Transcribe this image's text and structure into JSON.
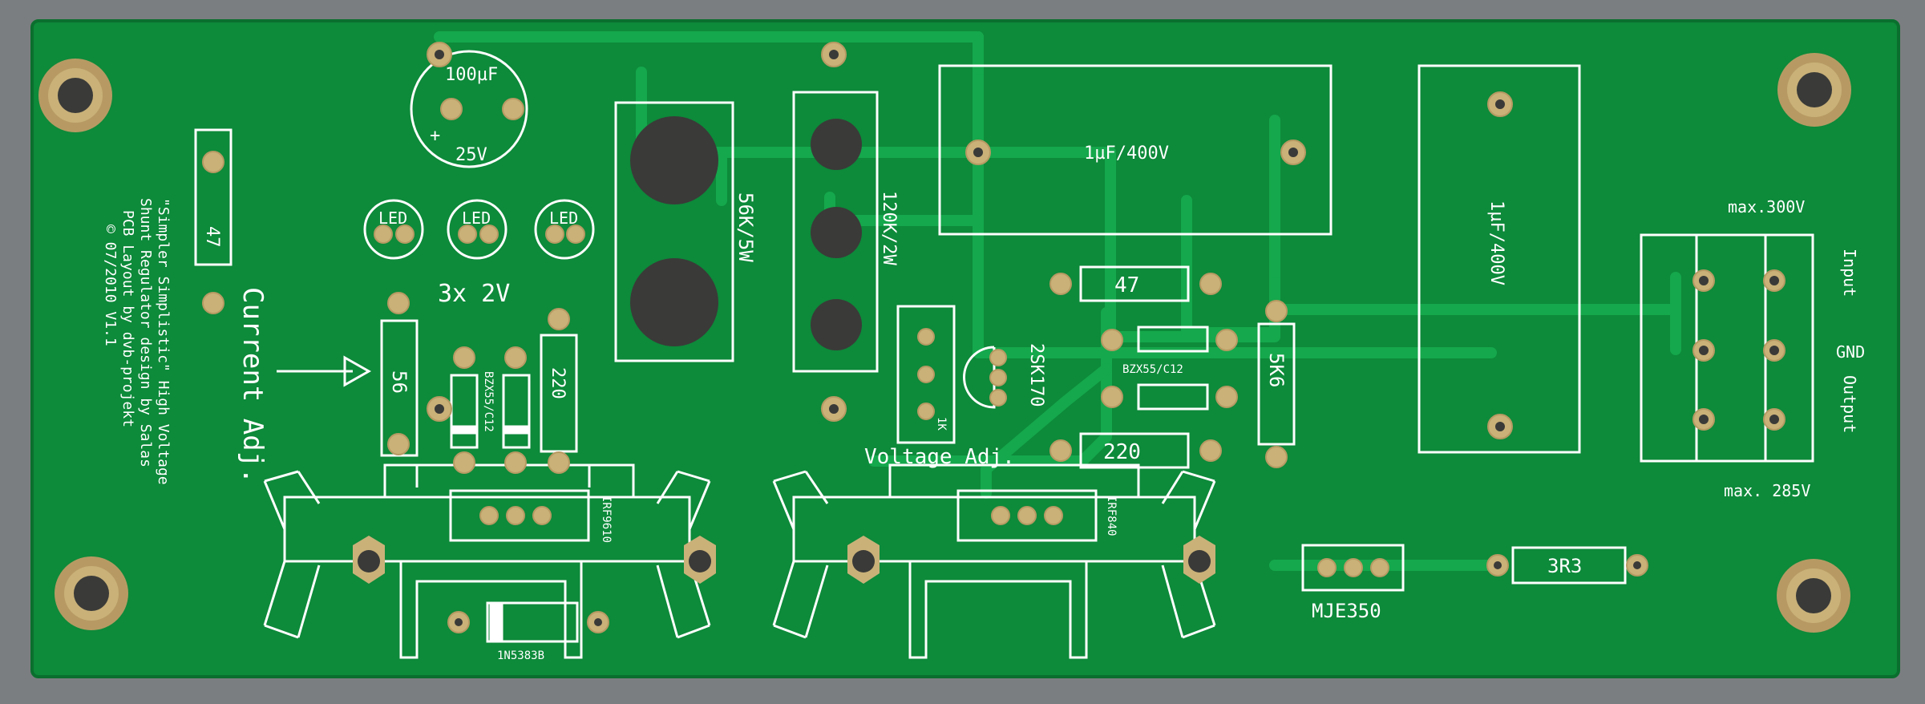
{
  "colors": {
    "background": "#7b7e80",
    "board": "#0d8a3a",
    "board_edge": "#0a6f2e",
    "trace": "#15a84c",
    "silkscreen": "#ffffff",
    "pad": "#c9b178",
    "hole": "#3a3a38",
    "standoff_ring": "#b79a63"
  },
  "credits": {
    "line1": "\"Simpler Simplistic\" High Voltage",
    "line2": "Shunt Regulator design by Salas",
    "line3": "PCB Layout by dvb-projekt",
    "line4": "© 07/2010 V1.1"
  },
  "labels": {
    "current_adj": "Current Adj.",
    "voltage_adj": "Voltage Adj.",
    "leds_count": "3x 2V",
    "led": "LED",
    "cap_value": "100µF",
    "cap_voltage": "25V",
    "cap_plus": "+",
    "res_47_left": "47",
    "res_56": "56",
    "res_220_left": "220",
    "zener_left": "BZX55/C12",
    "res_56k": "56K/5W",
    "res_120k": "120K/2W",
    "cap_film_1": "1µF/400V",
    "cap_film_2": "1µF/400V",
    "res_47_right": "47",
    "res_220_right": "220",
    "zener_right": "BZX55/C12",
    "res_5k6": "5K6",
    "jfet": "2SK170",
    "trimmer": "1K",
    "mosfet_p": "IRF9610",
    "mosfet_n": "IRF840",
    "diode": "1N5383B",
    "bjt": "MJE350",
    "res_3r3": "3R3",
    "max_in": "max.300V",
    "max_out": "max. 285V",
    "input": "Input",
    "gnd": "GND",
    "output": "Output"
  }
}
